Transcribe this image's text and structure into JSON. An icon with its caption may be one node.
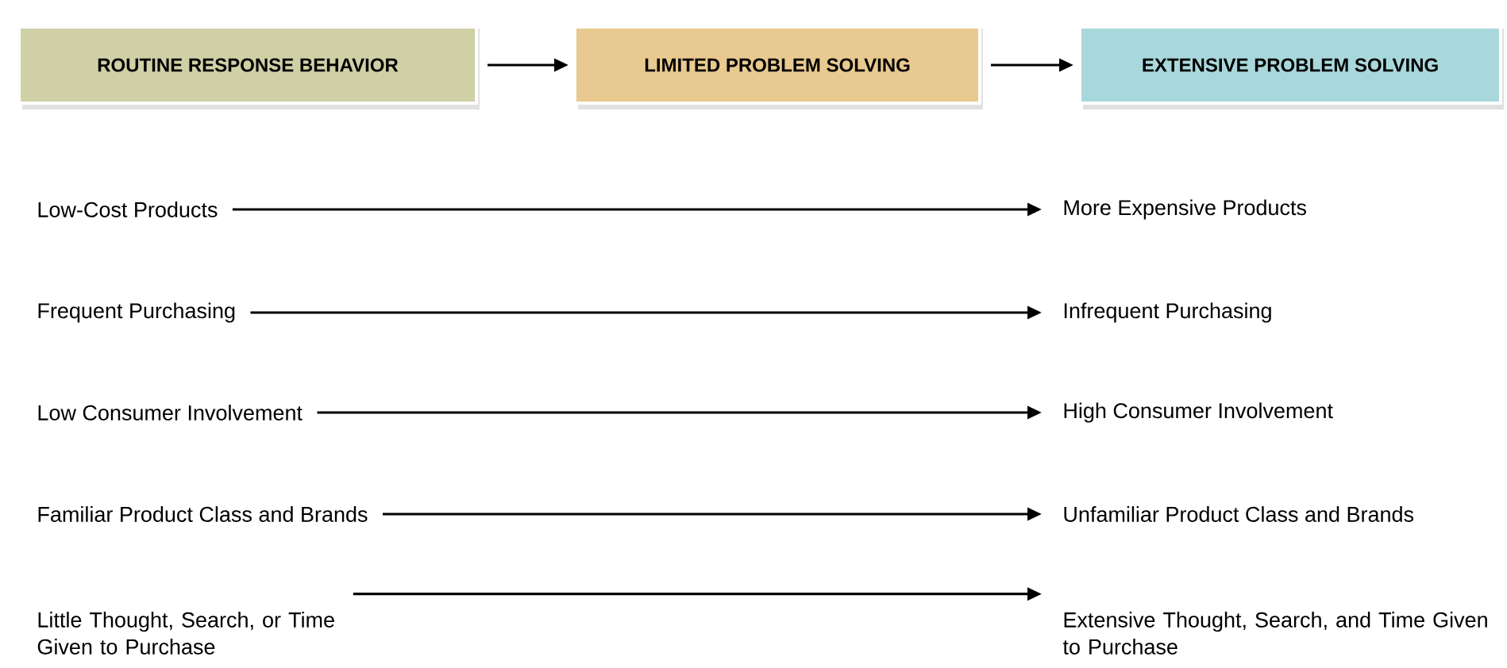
{
  "diagram": {
    "nodes": [
      {
        "text": [
          "ROUTINE RESPONSE BEHAVIOR"
        ]
      },
      {
        "text": [
          "LIMITED PROBLEM SOLVING"
        ]
      },
      {
        "text": [
          "EXTENSIVE PROBLEM SOLVING"
        ]
      },
      {
        "text": [
          "Low-Cost Products"
        ]
      },
      {
        "text": [
          "More Expensive Products"
        ]
      },
      {
        "text": [
          "Frequent Purchasing"
        ]
      },
      {
        "text": [
          "Infrequent Purchasing"
        ]
      },
      {
        "text": [
          "Low Consumer Involvement"
        ]
      },
      {
        "text": [
          "High Consumer Involvement"
        ]
      },
      {
        "text": [
          "Familiar Product Class and Brands"
        ]
      },
      {
        "text": [
          "Unfamiliar Product Class and Brands"
        ]
      },
      {
        "text": [
          "Little Thought, Search, or Time Given to Purchase"
        ]
      },
      {
        "text": [
          "Extensive Thought, Search, and Time Given to Purchase"
        ]
      }
    ],
    "edges": [
      {
        "from": 0,
        "to": 1,
        "arrow": "to"
      },
      {
        "from": 1,
        "to": 2,
        "arrow": "to"
      },
      {
        "from": 3,
        "to": 4,
        "arrow": "to"
      },
      {
        "from": 5,
        "to": 6,
        "arrow": "to"
      },
      {
        "from": 7,
        "to": 8,
        "arrow": "to"
      },
      {
        "from": 9,
        "to": 10,
        "arrow": "to"
      },
      {
        "from": 11,
        "to": 12,
        "arrow": "to"
      }
    ]
  }
}
